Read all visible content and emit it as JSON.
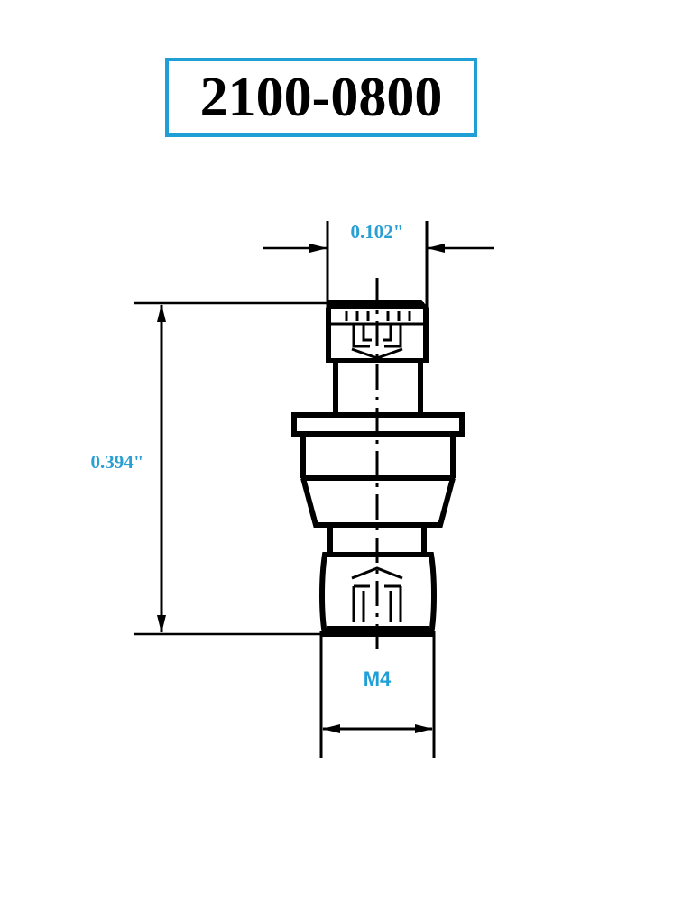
{
  "title": {
    "part_number": "2100-0800",
    "border_color": "#1f9fd6"
  },
  "dimensions": {
    "tip_width": "0.102\"",
    "overall_height": "0.394\"",
    "thread_size": "M4",
    "label_color": "#2a9fd3",
    "line_color": "#000000"
  }
}
